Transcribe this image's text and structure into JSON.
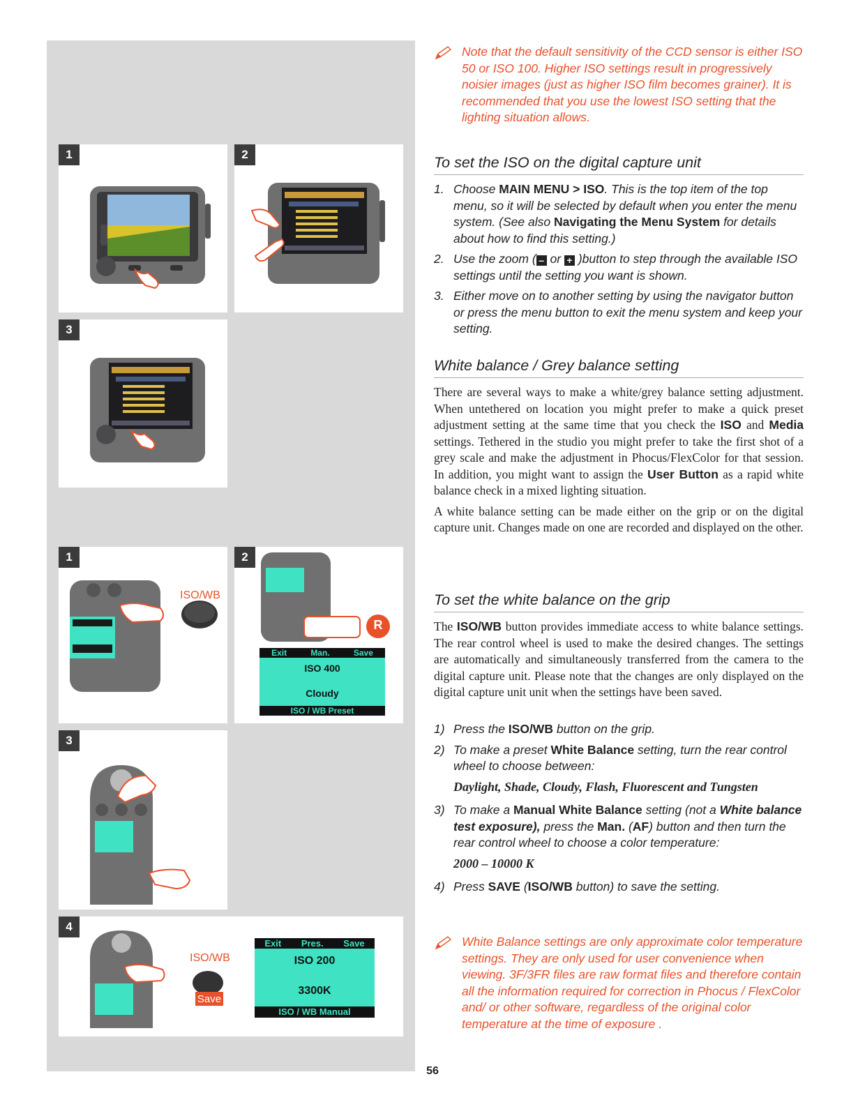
{
  "figures": {
    "top_set": {
      "badges": [
        "1",
        "2",
        "3"
      ]
    },
    "bottom_set": {
      "badges": [
        "1",
        "2",
        "3",
        "4"
      ]
    },
    "labels": {
      "iso_wb_1": "ISO/WB",
      "iso_wb_4": "ISO/WB",
      "save_btn": "Save",
      "rear_wheel": "R"
    },
    "lcd_1": {
      "top": [
        "Exit",
        "Man.",
        "Save"
      ],
      "line1": "ISO 400",
      "line2": "Cloudy",
      "bottom": "ISO / WB Preset"
    },
    "lcd_4": {
      "top": [
        "Exit",
        "Pres.",
        "Save"
      ],
      "line1": "ISO 200",
      "line2": "3300K",
      "bottom": "ISO / WB Manual"
    }
  },
  "note_top": "Note that the default sensitivity of the CCD sensor is either ISO 50 or ISO 100. Higher ISO settings result in progressively noisier images (just as higher ISO film becomes grainer). It is recommended that you use the lowest ISO setting that the lighting situation allows.",
  "section1": {
    "heading": "To set the ISO on the digital capture unit",
    "items": [
      {
        "num": "1.",
        "pre": "Choose ",
        "b1": "MAIN MENU",
        "mid": " > ",
        "b2": "ISO",
        "post": ". This is the top item of the top menu, so it will be selected by default when you enter the menu system. (See also ",
        "b3": "Navigating the Menu System",
        "post2": " for details about how to find this setting.)"
      },
      {
        "num": "2.",
        "pre": "Use the zoom (",
        "or": " or ",
        "post": " )button to step through the available ISO settings until the setting you want is shown."
      },
      {
        "num": "3.",
        "text": "Either move on to another setting by using the navigator button or press the menu button to exit the menu system and keep your setting."
      }
    ]
  },
  "section2": {
    "heading": "White balance / Grey balance setting",
    "p1": {
      "a": "There are several ways to make a white/grey balance setting adjustment. When untethered on location you might prefer to make a quick preset adjustment setting at the same time that you check the ",
      "b1": "ISO",
      "c": " and ",
      "b2": "Media",
      "d": " settings. Tethered in the studio you might prefer to take the first shot of a grey scale and make the adjustment in Phocus/FlexColor for that session. In addition, you might want to assign the ",
      "b3": "User Button",
      "e": " as a rapid white balance check in a mixed lighting situation."
    },
    "p2": "A white balance setting can be made either on the grip or on the digital capture unit. Changes made on one are recorded and displayed on the other."
  },
  "section3": {
    "heading": "To set the white balance on the grip",
    "p1": {
      "a": "The ",
      "b": "ISO/WB",
      "c": " button provides immediate access to white balance settings. The rear control wheel is used to make the desired changes. The settings are automatically and simultaneously transferred from the camera to the digital capture unit. Please note that the changes are only displayed on the digital capture unit unit when the settings have been saved."
    },
    "items": [
      {
        "num": "1)",
        "a": "Press the ",
        "b": "ISO/WB",
        "c": " button on the grip."
      },
      {
        "num": "2)",
        "a": "To make a preset ",
        "b": "White Balance",
        "c": " setting, turn the rear control wheel to choose between:"
      },
      {
        "num": "3)",
        "a": "To make a ",
        "b": "Manual White Balance",
        "c": " setting (not a ",
        "d": "White balance test exposure),",
        "e": " press the ",
        "f": "Man.",
        "g": " (",
        "h": "AF",
        "i": ") button and then turn the rear control wheel to choose a color temperature:"
      },
      {
        "num": "4)",
        "a": "Press ",
        "b": "SAVE",
        "c": " (",
        "d": "ISO/WB",
        "e": " button) to save the setting."
      }
    ],
    "options": "Daylight, Shade, Cloudy, Flash, Fluorescent and Tungsten",
    "range": "2000 – 10000 K"
  },
  "note_bottom": "White Balance settings are only approximate color temperature settings. They are only used for user convenience when viewing. 3F/3FR files are raw format files and therefore contain all the information required for correction in Phocus / FlexColor and/ or other software, regardless of the original color temperature at the time of exposure .",
  "page_number": "56",
  "colors": {
    "accent": "#e8512a",
    "panel": "#d9d9d9",
    "lcd": "#3fe3c3",
    "badge": "#3b3b3b"
  }
}
